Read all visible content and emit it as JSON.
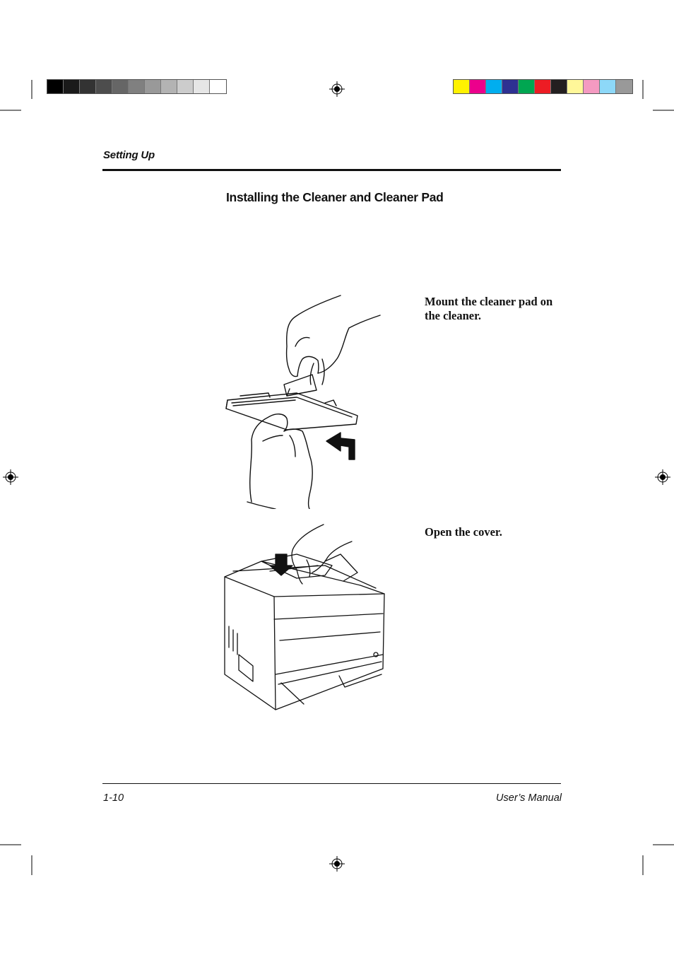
{
  "header": {
    "section": "Setting Up"
  },
  "title": "Installing the Cleaner and Cleaner Pad",
  "steps": [
    {
      "text": "Mount the cleaner pad on the cleaner."
    },
    {
      "text": "Open the cover."
    }
  ],
  "footer": {
    "page_number": "1-10",
    "manual": "User’s Manual"
  },
  "colors": {
    "gray_bar": [
      "#000000",
      "#1a1a1a",
      "#333333",
      "#4d4d4d",
      "#666666",
      "#808080",
      "#999999",
      "#b3b3b3",
      "#cccccc",
      "#e6e6e6",
      "#ffffff"
    ],
    "color_bar": [
      "#fff200",
      "#ec008c",
      "#00aeef",
      "#2e3192",
      "#00a651",
      "#ed1c24",
      "#231f20",
      "#fff799",
      "#f49ac1",
      "#8dd8f8",
      "#999999"
    ]
  }
}
